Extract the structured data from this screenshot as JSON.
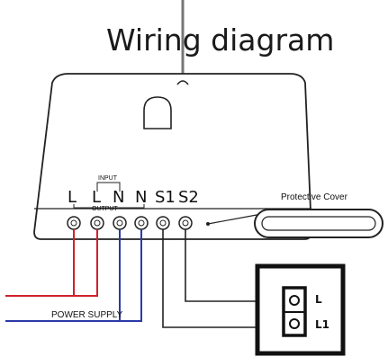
{
  "title": "Wiring diagram",
  "terminals": [
    "L",
    "L",
    "N",
    "N",
    "S1",
    "S2"
  ],
  "labels": {
    "input": "INPUT",
    "output": "OUTPUT",
    "power_supply": "POWER SUPPLY",
    "protective_cover": "Protective Cover"
  },
  "switch": {
    "top_label": "L",
    "bottom_label": "L1"
  },
  "colors": {
    "live_wire": "#d0202a",
    "neutral_wire": "#2a3aa8",
    "switch_wire": "#222222",
    "outline": "#222222"
  }
}
